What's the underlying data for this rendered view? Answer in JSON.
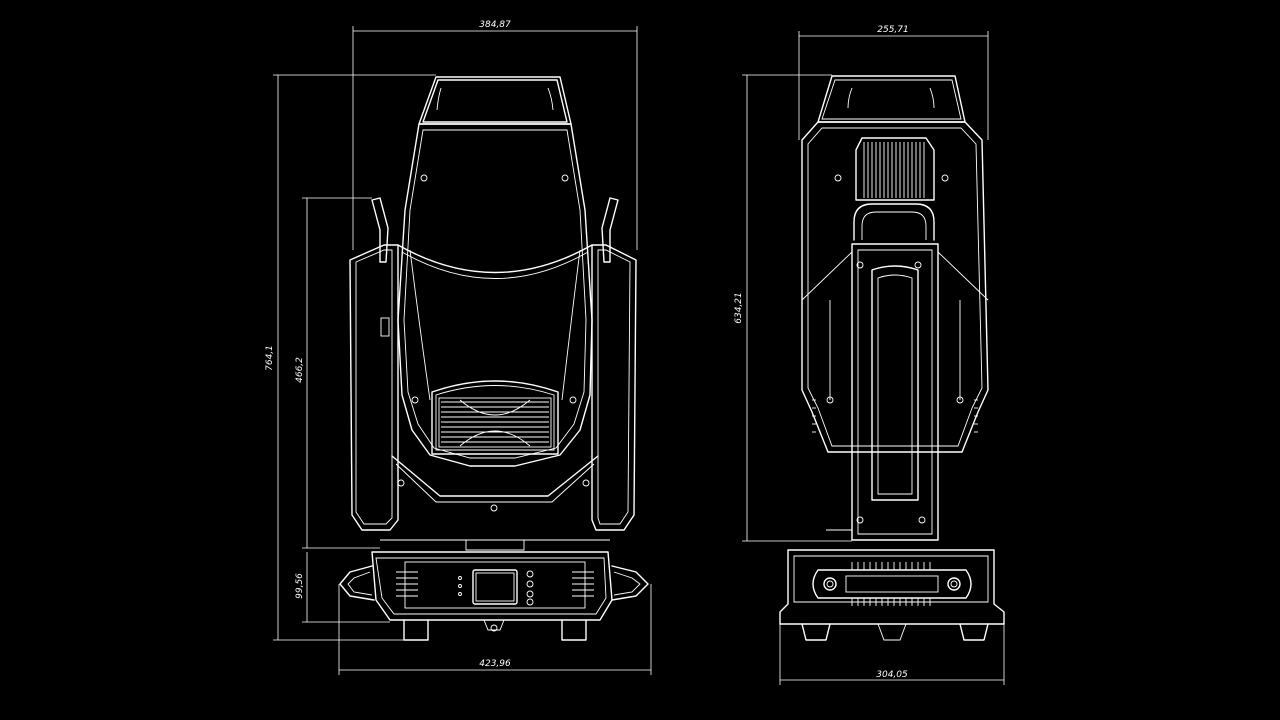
{
  "background": "#000000",
  "line_color": "#ffffff",
  "dimensions": {
    "front_width_top": "384,87",
    "front_height_total": "764,1",
    "front_height_head": "466,2",
    "front_height_base": "99,56",
    "front_width_base": "423,96",
    "side_width_top": "255,71",
    "side_height": "634,21",
    "side_width_base": "304,05"
  }
}
